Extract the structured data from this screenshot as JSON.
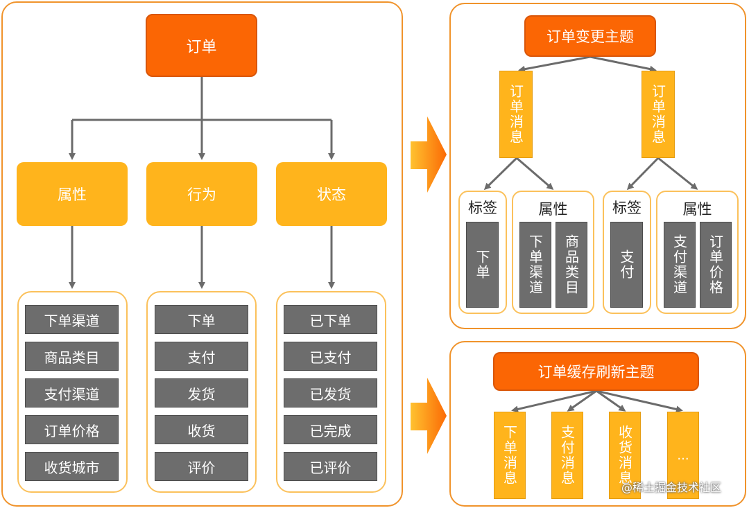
{
  "left": {
    "root": "订单",
    "categories": [
      "属性",
      "行为",
      "状态"
    ],
    "lists": [
      [
        "下单渠道",
        "商品类目",
        "支付渠道",
        "订单价格",
        "收货城市"
      ],
      [
        "下单",
        "支付",
        "发货",
        "收货",
        "评价"
      ],
      [
        "已下单",
        "已支付",
        "已发货",
        "已完成",
        "已评价"
      ]
    ]
  },
  "top_right": {
    "title": "订单变更主题",
    "messages": [
      "订单消息",
      "订单消息"
    ],
    "groups": [
      {
        "label": "标签",
        "items": [
          "下单"
        ]
      },
      {
        "label": "属性",
        "items": [
          "下单渠道",
          "商品类目"
        ]
      },
      {
        "label": "标签",
        "items": [
          "支付"
        ]
      },
      {
        "label": "属性",
        "items": [
          "支付渠道",
          "订单价格"
        ]
      }
    ]
  },
  "bottom_right": {
    "title": "订单缓存刷新主题",
    "messages": [
      "下单消息",
      "支付消息",
      "收货消息",
      "..."
    ]
  },
  "watermark": "@稀土掘金技术社区",
  "colors": {
    "root_orange": "#fb6604",
    "category_yellow": "#ffb41c",
    "panel_border": "#f0932b",
    "item_grey": "#6d6d6d",
    "connector": "#6b6b6b"
  }
}
